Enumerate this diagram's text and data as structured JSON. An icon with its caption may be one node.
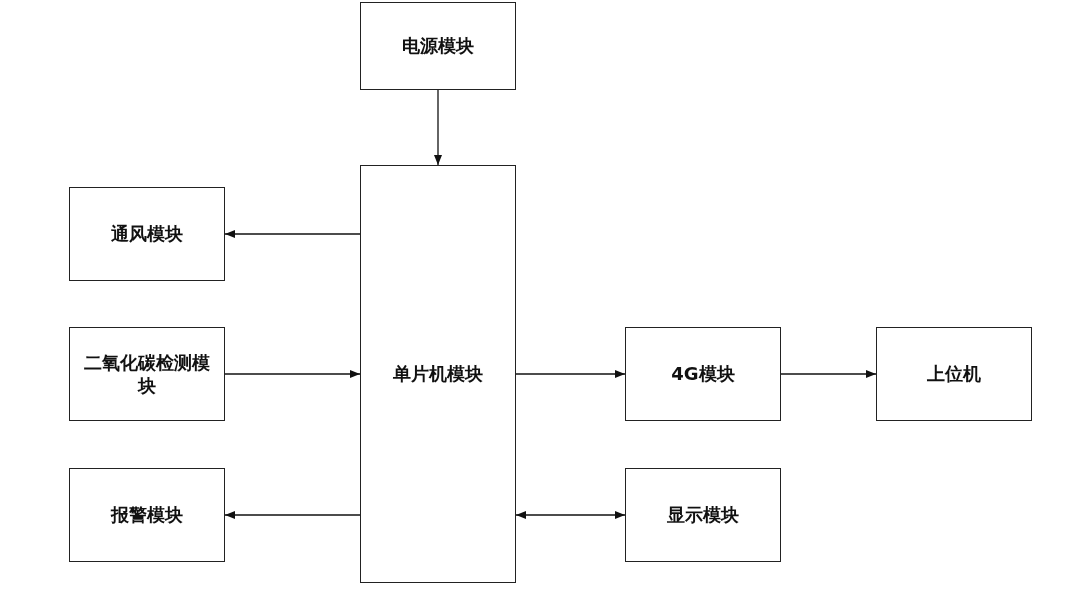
{
  "diagram": {
    "nodes": [
      {
        "text": [
          "电源模块"
        ]
      },
      {
        "text": [
          "单片机模块"
        ]
      },
      {
        "text": [
          "通风模块"
        ]
      },
      {
        "text": [
          "二氧化碳检测模块"
        ]
      },
      {
        "text": [
          "报警模块"
        ]
      },
      {
        "text": [
          "4G模块"
        ]
      },
      {
        "text": [
          "上位机"
        ]
      },
      {
        "text": [
          "显示模块"
        ]
      }
    ],
    "edges": [
      {
        "from": 0,
        "to": 1,
        "arrow": "to"
      },
      {
        "from": 1,
        "to": 2,
        "arrow": "to"
      },
      {
        "from": 3,
        "to": 1,
        "arrow": "to"
      },
      {
        "from": 1,
        "to": 4,
        "arrow": "to"
      },
      {
        "from": 1,
        "to": 5,
        "arrow": "to"
      },
      {
        "from": 5,
        "to": 6,
        "arrow": "to"
      },
      {
        "from": 1,
        "to": 7,
        "arrow": "both"
      }
    ]
  }
}
